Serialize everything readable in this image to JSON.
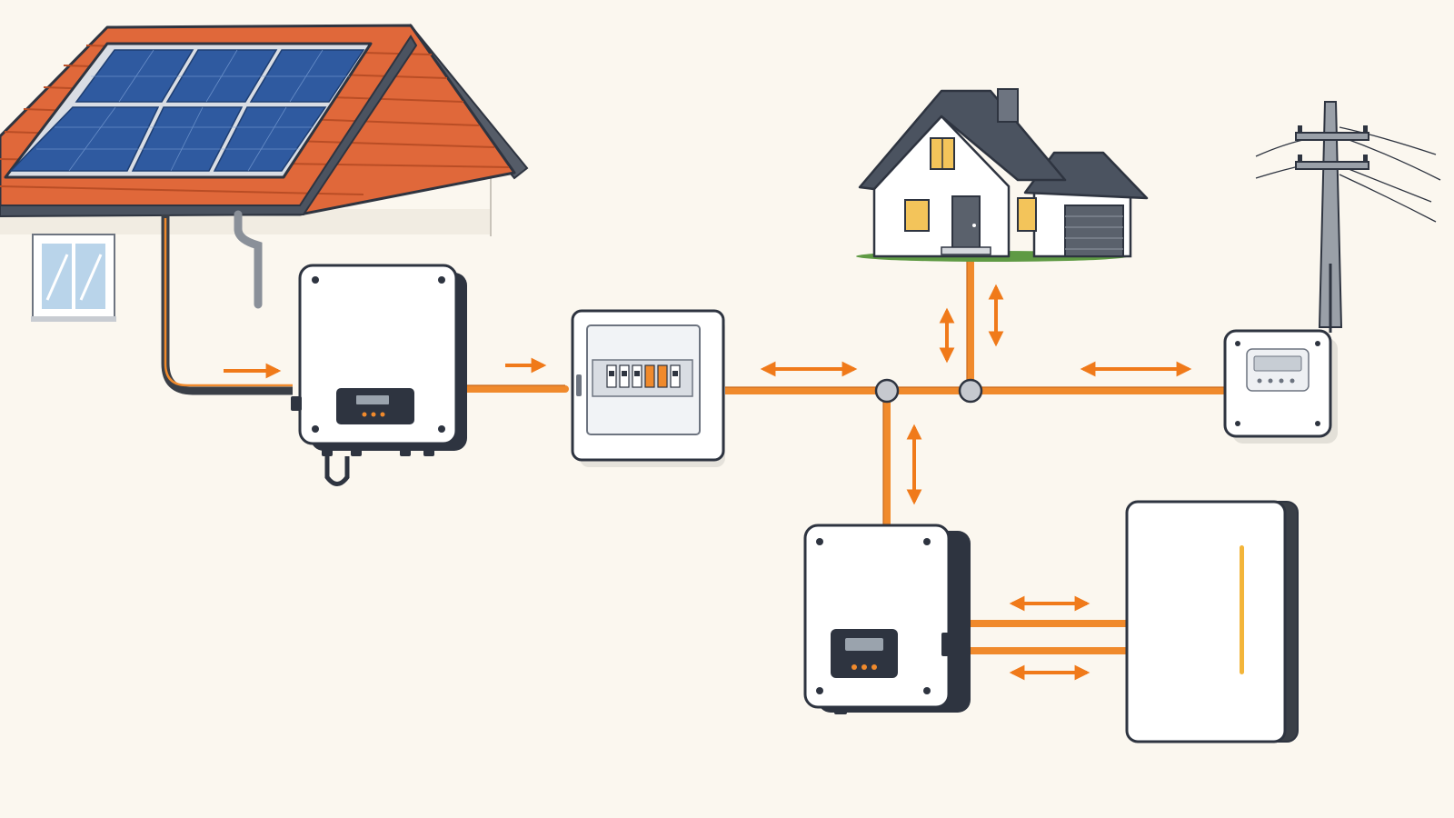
{
  "colors": {
    "background": "#fbf7ef",
    "flow_arrow": "#f07a1a",
    "ac_cable": "#f08a2c",
    "dc_cable": "#3a3f47",
    "roof_tile": "#e0683a",
    "solar_cell": "#2f5aa0",
    "device_body": "#ffffff",
    "device_outline": "#2e3440",
    "house_roof": "#4b5360",
    "window_light": "#f3c45a"
  },
  "components": [
    {
      "id": "pv-array",
      "icon": "solar-panel-icon"
    },
    {
      "id": "pv-inverter",
      "icon": "inverter-icon"
    },
    {
      "id": "distribution-board",
      "icon": "breaker-panel-icon"
    },
    {
      "id": "household-load",
      "icon": "house-icon"
    },
    {
      "id": "utility-grid",
      "icon": "power-pole-icon"
    },
    {
      "id": "grid-meter",
      "icon": "energy-meter-icon"
    },
    {
      "id": "battery-inverter",
      "icon": "inverter-icon"
    },
    {
      "id": "battery-storage",
      "icon": "battery-icon"
    }
  ],
  "flows": [
    {
      "from": "pv-array",
      "to": "pv-inverter",
      "direction": "one-way"
    },
    {
      "from": "pv-inverter",
      "to": "distribution-board",
      "direction": "one-way"
    },
    {
      "from": "distribution-board",
      "to": "ac-bus",
      "direction": "bidirectional"
    },
    {
      "from": "ac-bus",
      "to": "household-load",
      "direction": "bidirectional"
    },
    {
      "from": "ac-bus",
      "to": "grid-meter",
      "direction": "bidirectional"
    },
    {
      "from": "ac-bus",
      "to": "battery-inverter",
      "direction": "bidirectional"
    },
    {
      "from": "battery-inverter",
      "to": "battery-storage",
      "direction": "bidirectional"
    }
  ]
}
